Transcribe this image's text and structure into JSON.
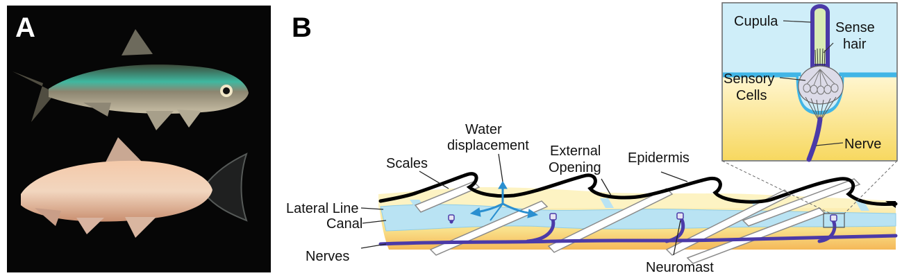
{
  "panel_a": {
    "letter": "A",
    "fish": [
      {
        "description": "surface fish",
        "body_color": "#9a8f78",
        "stripe_color": "#3fb8a0"
      },
      {
        "description": "cave fish",
        "body_color": "#e8b698"
      }
    ]
  },
  "panel_b": {
    "letter": "B",
    "labels": {
      "water": "Water",
      "displacement": "displacement",
      "scales": "Scales",
      "external": "External",
      "opening": "Opening",
      "epidermis": "Epidermis",
      "lateral_line": "Lateral Line",
      "canal": "Canal",
      "nerves": "Nerves",
      "neuromast": "Neuromast"
    },
    "inset_labels": {
      "cupula": "Cupula",
      "sense": "Sense",
      "hair": "hair",
      "sensory": "Sensory",
      "cells": "Cells",
      "nerve": "Nerve"
    },
    "colors": {
      "canal": "#b9e3f3",
      "tissue": "#f7dc7a",
      "nerve": "#4b3aa8",
      "water_arrow": "#2a8fd0",
      "epidermis": "#000000",
      "inset_bg": "#cfeef9"
    }
  }
}
